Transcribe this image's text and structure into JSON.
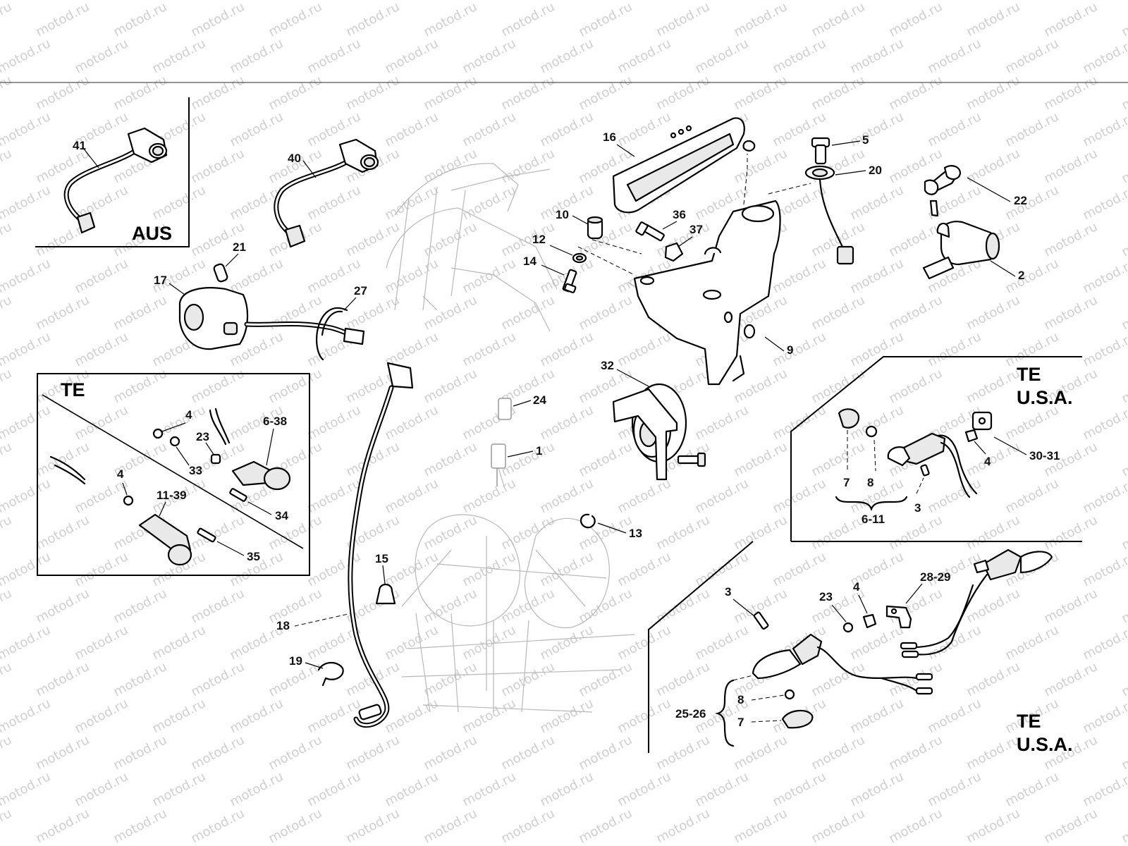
{
  "diagram": {
    "watermark_text": "motod.ru",
    "regions": {
      "aus": "AUS",
      "te_left": "TE",
      "te_usa_upper": [
        "TE",
        "U.S.A."
      ],
      "te_usa_lower": [
        "TE",
        "U.S.A."
      ]
    },
    "callouts": {
      "c41": "41",
      "c40": "40",
      "c21": "21",
      "c17": "17",
      "c27": "27",
      "c16": "16",
      "c5": "5",
      "c20": "20",
      "c22": "22",
      "c2": "2",
      "c10": "10",
      "c12": "12",
      "c14": "14",
      "c36": "36",
      "c37": "37",
      "c9": "9",
      "c32": "32",
      "c24": "24",
      "c1": "1",
      "c13": "13",
      "c15": "15",
      "c18": "18",
      "c19": "19",
      "te_4a": "4",
      "te_23": "23",
      "te_6_38": "6-38",
      "te_33": "33",
      "te_4b": "4",
      "te_11_39": "11-39",
      "te_34": "34",
      "te_35": "35",
      "us1_7": "7",
      "us1_8": "8",
      "us1_6_11": "6-11",
      "us1_3": "3",
      "us1_4": "4",
      "us1_30_31": "30-31",
      "us2_3": "3",
      "us2_23": "23",
      "us2_4": "4",
      "us2_28_29": "28-29",
      "us2_8": "8",
      "us2_7": "7",
      "us2_25_26": "25-26"
    }
  }
}
